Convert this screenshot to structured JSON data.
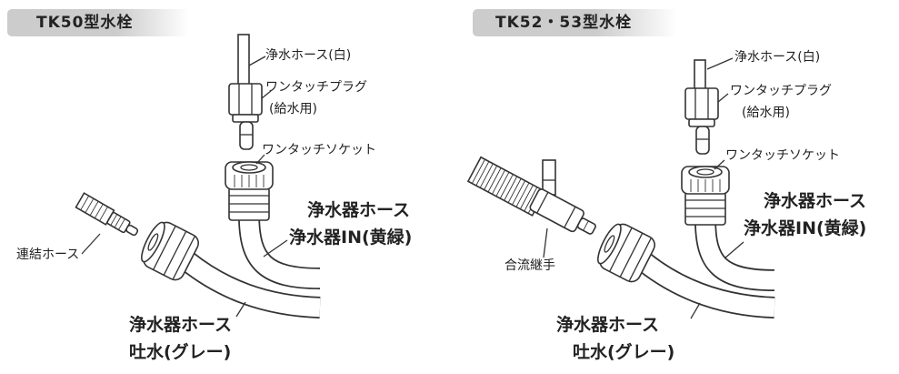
{
  "panels": {
    "tk50": {
      "title": "TK50型水栓",
      "clean_water_hose": "浄水ホース(白)",
      "one_touch_plug": "ワンタッチプラグ",
      "plug_use": "(給水用)",
      "one_touch_socket": "ワンタッチソケット",
      "purifier_hose_in_title": "浄水器ホース",
      "purifier_hose_in": "浄水器IN(黄緑)",
      "connecting_hose": "連結ホース",
      "purifier_hose_out_title": "浄水器ホース",
      "purifier_hose_out": "吐水(グレー)"
    },
    "tk52_53": {
      "title": "TK52・53型水栓",
      "clean_water_hose": "浄水ホース(白)",
      "one_touch_plug": "ワンタッチプラグ",
      "plug_use": "(給水用)",
      "one_touch_socket": "ワンタッチソケット",
      "purifier_hose_in_title": "浄水器ホース",
      "purifier_hose_in": "浄水器IN(黄緑)",
      "merge_joint": "合流継手",
      "purifier_hose_out_title": "浄水器ホース",
      "purifier_hose_out": "吐水(グレー)"
    }
  },
  "colors": {
    "line": "#333333",
    "text": "#222222",
    "tag_gray": "#cccccc"
  }
}
